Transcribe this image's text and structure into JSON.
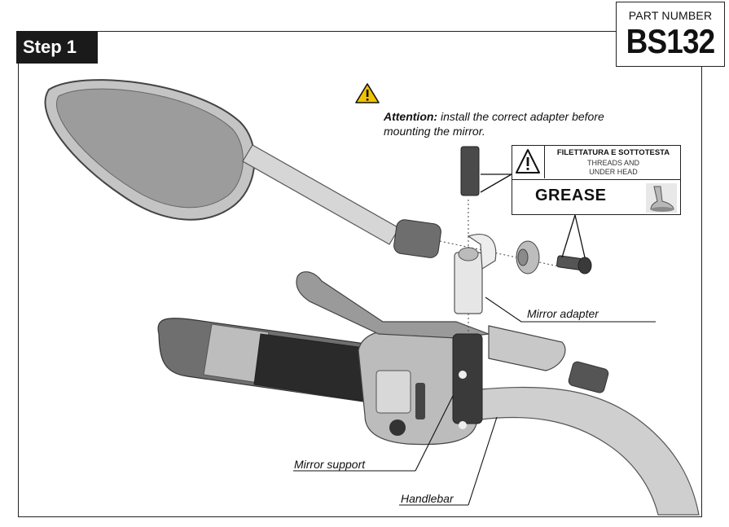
{
  "header": {
    "step_label": "Step 1",
    "part_number_label": "PART NUMBER",
    "part_number": "BS132"
  },
  "attention": {
    "lead": "Attention:",
    "text": " install the correct adapter before mounting the mirror."
  },
  "grease_box": {
    "italian": "FILETTATURA E SOTTOTESTA",
    "english_line1": "THREADS AND",
    "english_line2": "UNDER HEAD",
    "grease": "GREASE"
  },
  "callouts": {
    "mirror_adapter": "Mirror adapter",
    "mirror_support": "Mirror support",
    "handlebar": "Handlebar"
  },
  "icons": [
    "warning-triangle-icon",
    "grease-tube-icon"
  ],
  "colors": {
    "badge_bg": "#1a1a1a",
    "warning_yellow": "#f2c200"
  }
}
